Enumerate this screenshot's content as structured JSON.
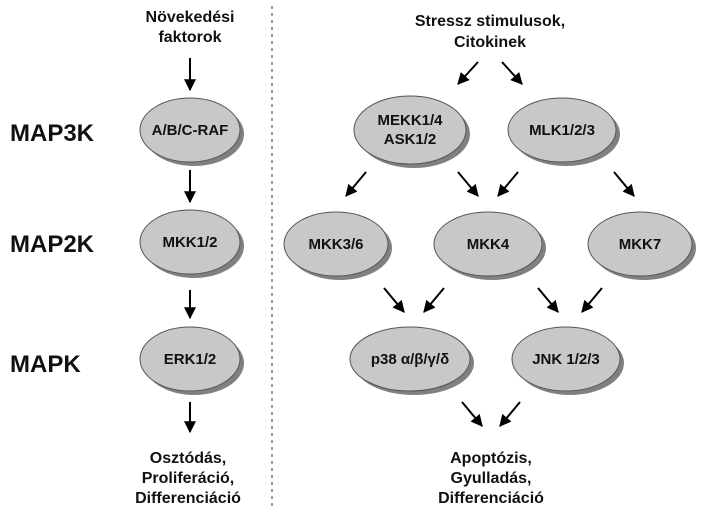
{
  "levels": {
    "map3k": "MAP3K",
    "map2k": "MAP2K",
    "mapk": "MAPK"
  },
  "left_pathway": {
    "input": [
      "Növekedési",
      "faktorok"
    ],
    "map3k": "A/B/C-RAF",
    "map2k": "MKK1/2",
    "mapk": "ERK1/2",
    "output": [
      "Osztódás,",
      "Proliferáció,",
      "Differenciáció"
    ]
  },
  "right_pathway": {
    "input": [
      "Stressz stimulusok,",
      "Citokinek"
    ],
    "map3k": [
      [
        "MEKK1/4",
        "ASK1/2"
      ],
      [
        "MLK1/2/3"
      ]
    ],
    "map2k": [
      "MKK3/6",
      "MKK4",
      "MKK7"
    ],
    "mapk": [
      "p38 α/β/γ/δ",
      "JNK 1/2/3"
    ],
    "output": [
      "Apoptózis,",
      "Gyulladás,",
      "Differenciáció"
    ]
  },
  "colors": {
    "node_fill": "#c8c8c8",
    "node_stroke": "#555555",
    "shadow": "#808080",
    "arrow": "#000000"
  }
}
